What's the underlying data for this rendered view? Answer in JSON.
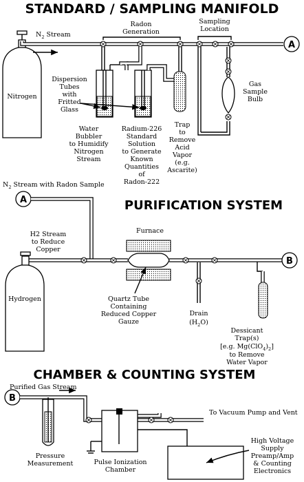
{
  "sections": {
    "manifold_title": "STANDARD / SAMPLING MANIFOLD",
    "purification_title": "PURIFICATION SYSTEM",
    "counting_title": "CHAMBER & COUNTING SYSTEM"
  },
  "labels": {
    "n2_stream_prefix": "N",
    "n2_stream_sub": "2",
    "n2_stream_suffix": " Stream",
    "radon_generation_1": "Radon",
    "radon_generation_2": "Generation",
    "sampling_location_1": "Sampling",
    "sampling_location_2": "Location",
    "nitrogen": "Nitrogen",
    "dispersion": [
      "Dispersion",
      "Tubes",
      "with",
      "Fritted",
      "Glass"
    ],
    "water_bubbler": [
      "Water",
      "Bubbler",
      "to Humidify",
      "Nitrogen",
      "Stream"
    ],
    "radium_standard": [
      "Radium-226",
      "Standard",
      "Solution",
      "to Generate",
      "Known",
      "Quantities",
      "of",
      "Radon-222"
    ],
    "trap": [
      "Trap",
      "to",
      "Remove",
      "Acid",
      "Vapor",
      "(e.g.",
      "Ascarite)"
    ],
    "gas_sample_bulb": [
      "Gas",
      "Sample",
      "Bulb"
    ],
    "connector_a": "A",
    "connector_b": "B",
    "n2_radon_prefix": "N",
    "n2_radon_sub": "2",
    "n2_radon_suffix": " Stream with Radon Sample",
    "h2_stream": [
      "H2 Stream",
      "to Reduce",
      "Copper"
    ],
    "furnace": "Furnace",
    "hydrogen": "Hydrogen",
    "quartz_tube": [
      "Quartz Tube",
      "Containing",
      "Reduced Copper",
      "Gauze"
    ],
    "drain": "Drain",
    "drain_h2o_prefix": "(H",
    "drain_h2o_sub": "2",
    "drain_h2o_suffix": "O)",
    "dessicant_1": "Dessicant",
    "dessicant_2": "Trap(s)",
    "dessicant_3_prefix": "[e.g. Mg(ClO",
    "dessicant_3_sub1": "4",
    "dessicant_3_mid": ")",
    "dessicant_3_sub2": "2",
    "dessicant_3_suffix": "]",
    "dessicant_4": "to Remove",
    "dessicant_5": "Water Vapor",
    "purified_gas": "Purified Gas Stream",
    "vacuum": "To Vacuum Pump and Vent",
    "pressure": [
      "Pressure",
      "Measurement"
    ],
    "chamber": [
      "Pulse Ionization",
      "Chamber"
    ],
    "electronics": [
      "High Voltage",
      "Supply",
      "Preamp/Amp",
      "& Counting",
      "Electronics"
    ]
  }
}
